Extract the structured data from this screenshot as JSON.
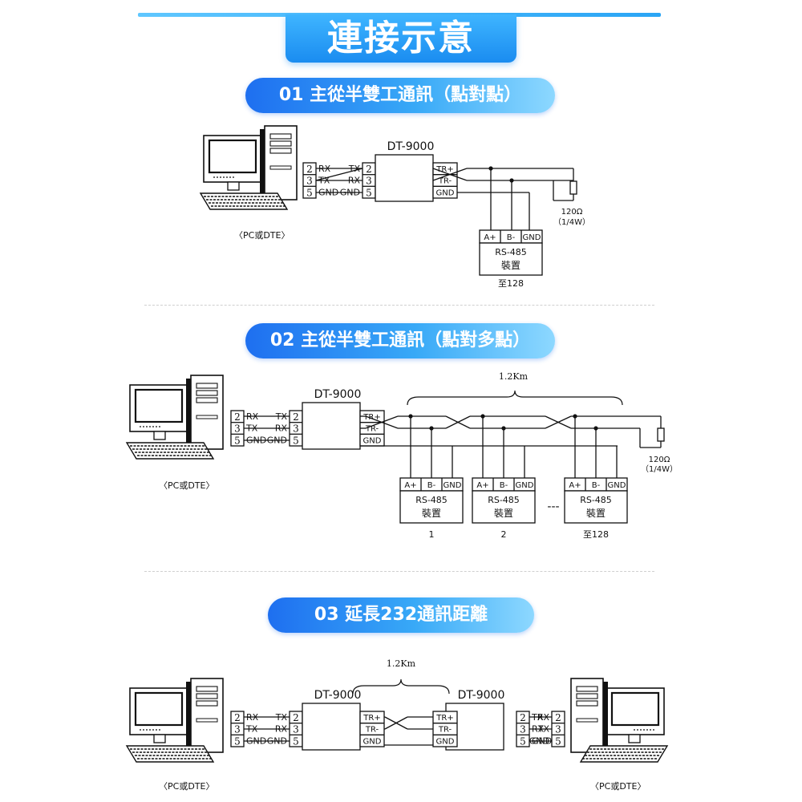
{
  "header": {
    "title": "連接示意"
  },
  "sections": [
    {
      "label": "01 主從半雙工通訊（點對點）"
    },
    {
      "label": "02 主從半雙工通訊（點對多點）"
    },
    {
      "label": "03 延長232通訊距離"
    }
  ],
  "diagram": {
    "pc_label": "〈PC或DTE〉",
    "converter": "DT-9000",
    "pins": [
      "2",
      "3",
      "5"
    ],
    "pc_signals": [
      "RX",
      "TX",
      "GND"
    ],
    "conv_signals": [
      "TX",
      "RX",
      "GND"
    ],
    "tr_labels": [
      "TR+",
      "TR-",
      "GND"
    ],
    "device_pins": [
      "A+",
      "B-",
      "GND"
    ],
    "device_name": "RS-485",
    "device_sub": "裝置",
    "max_count": "至128",
    "resistor": "120Ω",
    "resistor_rating": "（1/4W）",
    "distance": "1.2Km",
    "device_index": [
      "1",
      "2"
    ],
    "ellipsis": "---"
  }
}
